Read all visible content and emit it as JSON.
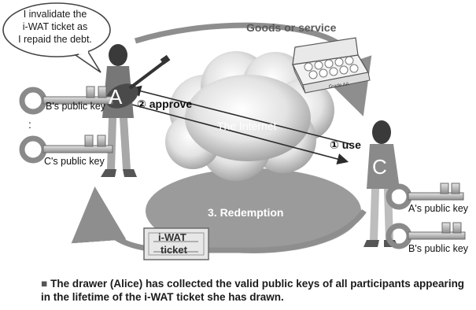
{
  "bubble": {
    "text_lines": [
      "I invalidate the",
      "i-WAT ticket as",
      "I repaid the debt."
    ]
  },
  "labels": {
    "goods_or_service": "Goods or service",
    "approve": "② approve",
    "use": "① use",
    "the_internet": "The Internet",
    "redemption": "3. Redemption",
    "ticket_line1": "i-WAT",
    "ticket_line2": "ticket",
    "person_a": "A",
    "person_c": "C",
    "ellipsis": ":",
    "egg_box_text": "Grade AA"
  },
  "keys_left": [
    {
      "label": "B's public key"
    },
    {
      "label": "C's public key"
    }
  ],
  "keys_right": [
    {
      "label": "A's public key"
    },
    {
      "label": "B's public key"
    }
  ],
  "caption": {
    "bullet": "■",
    "text": "The drawer (Alice) has collected the valid public keys of all participants appearing in the lifetime of the i-WAT ticket she has drawn."
  },
  "colors": {
    "flow_arrow": "#8e8e8e",
    "key_fill": "#c9c9c9",
    "redemption_ellipse": "#9b9b9b",
    "cloud": "#d6d6d6"
  }
}
